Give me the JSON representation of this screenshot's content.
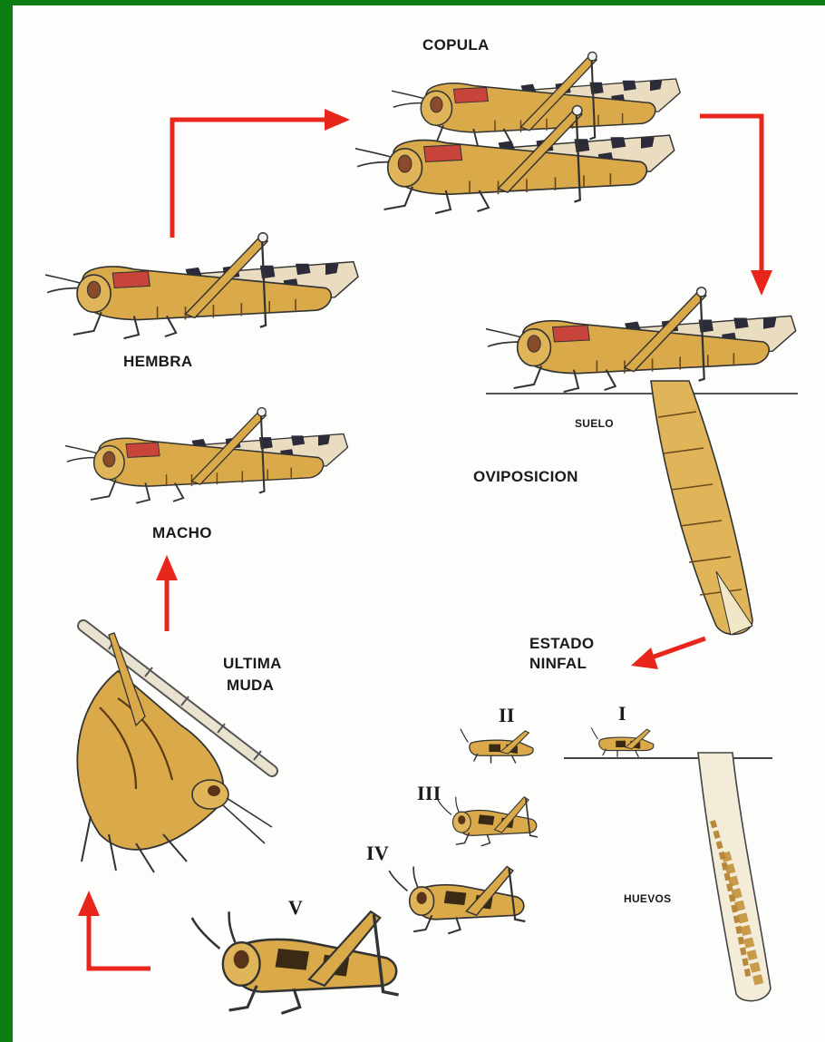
{
  "labels": {
    "copula": "COPULA",
    "hembra": "HEMBRA",
    "macho": "MACHO",
    "suelo": "SUELO",
    "oviposicion": "OVIPOSICION",
    "estado_ninfal_1": "ESTADO",
    "estado_ninfal_2": "NINFAL",
    "ultima_muda_1": "ULTIMA",
    "ultima_muda_2": "MUDA",
    "huevos": "HUEVOS",
    "stage_i": "I",
    "stage_ii": "II",
    "stage_iii": "III",
    "stage_iv": "IV",
    "stage_v": "V"
  },
  "colors": {
    "frame": "#0b7d12",
    "background": "#fdfdfb",
    "arrow": "#e8261c",
    "body_tan": "#d9a94a",
    "body_dark": "#3a2a14",
    "wing_dark": "#2b2b3a",
    "eye_red": "#c8443a"
  }
}
